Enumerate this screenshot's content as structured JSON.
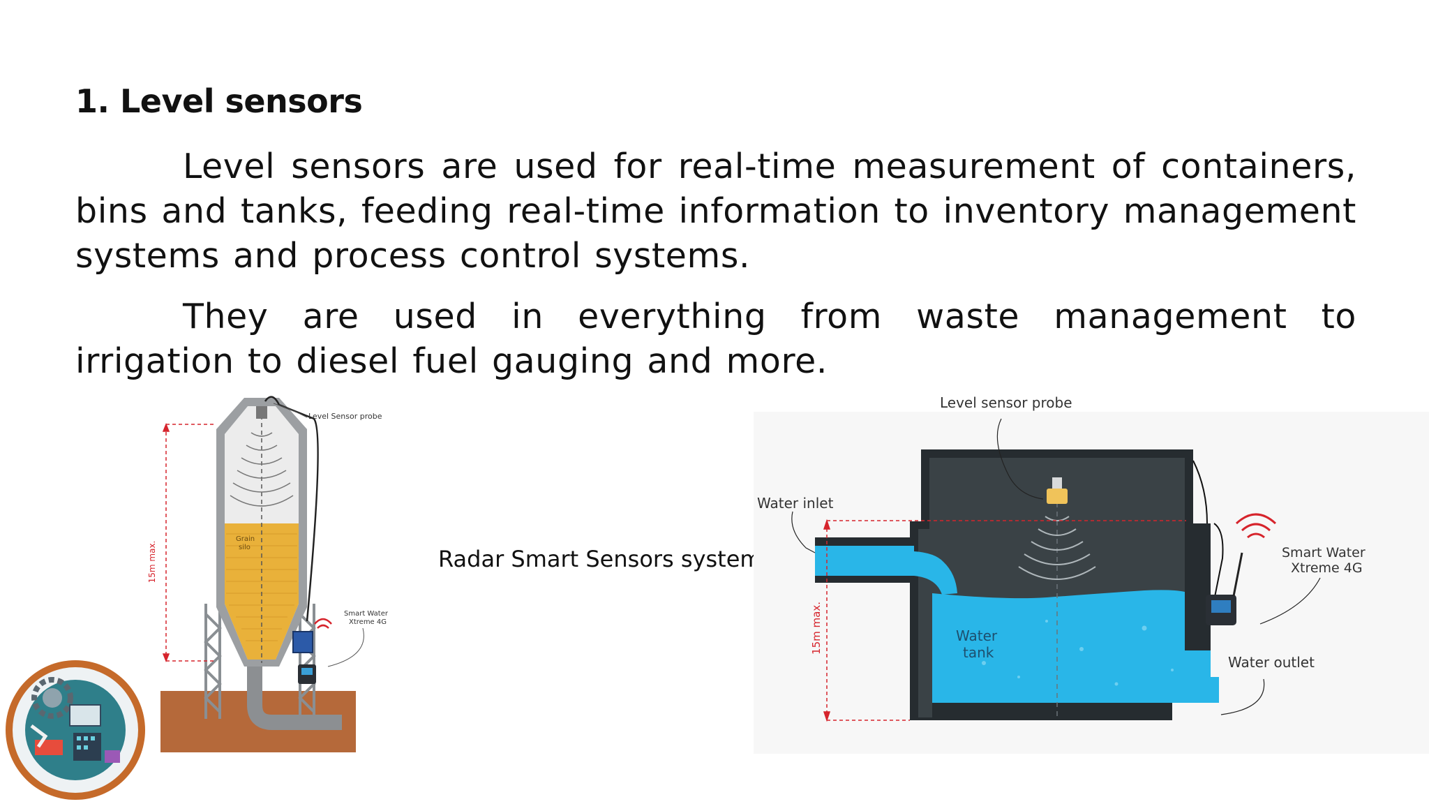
{
  "slide": {
    "heading": "1. Level sensors",
    "paragraph_1": "Level sensors are used for real-time measurement of containers, bins and tanks, feeding real-time information to inventory management systems and process control systems.",
    "paragraph_2": "They are used in everything from waste management to irrigation to diesel fuel gauging and more.",
    "caption": "Radar Smart Sensors system"
  },
  "silo_diagram": {
    "probe_label": "Level Sensor probe",
    "height_label": "15m max.",
    "contents_label_1": "Grain",
    "contents_label_2": "silo",
    "device_label_1": "Smart Water",
    "device_label_2": "Xtreme 4G"
  },
  "tank_diagram": {
    "probe_label": "Level sensor probe",
    "inlet_label": "Water inlet",
    "height_label": "15m max.",
    "tank_label_1": "Water",
    "tank_label_2": "tank",
    "device_label_1": "Smart Water",
    "device_label_2": "Xtreme 4G",
    "outlet_label": "Water outlet"
  },
  "colors": {
    "grain": "#e9b13a",
    "water": "#29b6e8",
    "tank_dark": "#3a4246",
    "ground": "#b5693a",
    "dimension_red": "#d6242c"
  }
}
